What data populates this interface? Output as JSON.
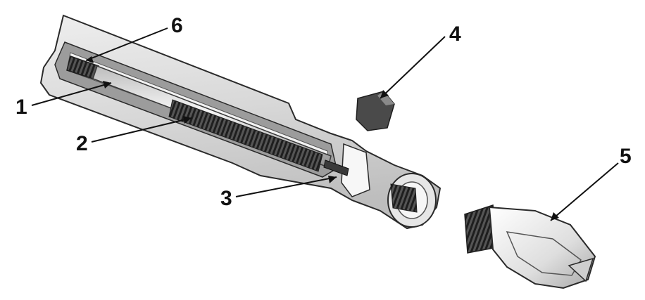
{
  "colors": {
    "outline": "#2a2a2a",
    "body_fill": "#d9d9d9",
    "cut_face": "#9c9c9c",
    "leader": "#111111",
    "label": "#111111"
  },
  "parts": [
    {
      "id": "holder-body",
      "icon": "cutaway-shank"
    },
    {
      "id": "draw-rod",
      "icon": "rod"
    },
    {
      "id": "spring",
      "icon": "coil-spring"
    },
    {
      "id": "rod-tip",
      "icon": "pin"
    },
    {
      "id": "drive-key",
      "icon": "block"
    },
    {
      "id": "drill-head",
      "icon": "drill-tip"
    },
    {
      "id": "rear-thread",
      "icon": "thread"
    }
  ],
  "callouts": [
    {
      "label": "1"
    },
    {
      "label": "2"
    },
    {
      "label": "3"
    },
    {
      "label": "4"
    },
    {
      "label": "5"
    },
    {
      "label": "6"
    }
  ]
}
